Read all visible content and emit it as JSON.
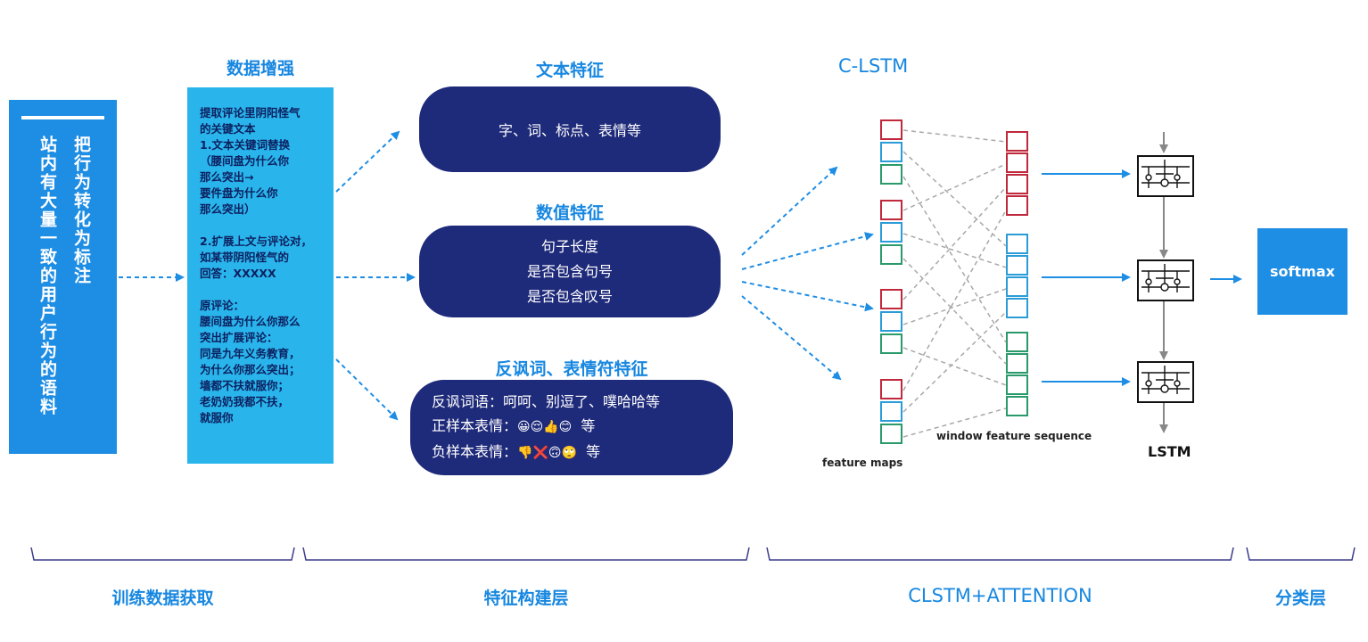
{
  "training": {
    "col1": "把行为转化为标注",
    "col2": "站内有大量一致的用户行为的语料"
  },
  "augmentation": {
    "title": "数据增强",
    "text": "提取评论里阴阳怪气\n的关键文本\n1.文本关键词替换\n（腰间盘为什么你\n那么突出→\n要件盘为什么你\n那么突出）\n\n2.扩展上文与评论对，\n如某带阴阳怪气的\n回答：XXXXX\n\n原评论：\n腰间盘为什么你那么\n突出扩展评论：\n同是九年义务教育，\n为什么你那么突出；\n墙都不扶就服你；\n老奶奶我都不扶，\n就服你"
  },
  "features": {
    "text_title": "文本特征",
    "text_body": "字、词、标点、表情等",
    "num_title": "数值特征",
    "num_lines": [
      "句子长度",
      "是否包含句号",
      "是否包含叹号"
    ],
    "sarc_title": "反讽词、表情符特征",
    "sarc_line1": "反讽词语：呵呵、别逗了、噗哈哈等",
    "sarc_line2_label": "正样本表情：",
    "sarc_line2_emoji": "😀😌👍😊",
    "sarc_line2_end": "等",
    "sarc_line3_label": "负样本表情：",
    "sarc_line3_emoji": "👎❌🙃🙄",
    "sarc_line3_end": "等"
  },
  "clstm": {
    "title": "C-LSTM",
    "feature_maps": "feature maps",
    "window_seq": "window feature sequence",
    "lstm": "LSTM"
  },
  "softmax": "softmax",
  "footers": {
    "f1": "训练数据获取",
    "f2": "特征构建层",
    "f3": "CLSTM+ATTENTION",
    "f4": "分类层"
  },
  "colors": {
    "accent": "#1787e0",
    "navy": "#1e2a7a",
    "light_blue": "#29b5ec",
    "red": "#c0283c",
    "blue": "#2b9cd8",
    "green": "#2a9a6a"
  }
}
